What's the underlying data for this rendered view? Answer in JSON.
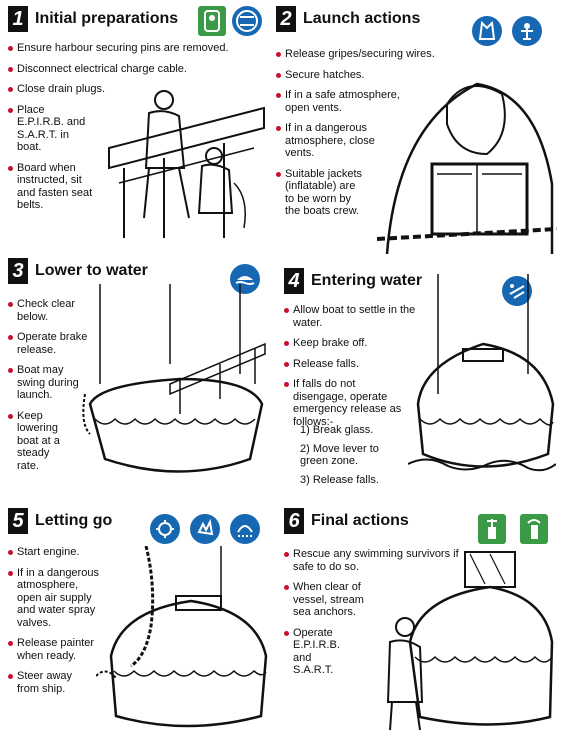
{
  "panels": [
    {
      "number": "1",
      "title": "Initial preparations",
      "items": [
        "Ensure harbour securing pins are removed.",
        "Disconnect electrical charge cable.",
        "Close drain plugs.",
        "Place E.P.I.R.B. and S.A.R.T. in boat.",
        "Board when instructed, sit and fasten seat belts."
      ],
      "icons": [
        "green-lifebuoy-icon",
        "blue-no-smoking-icon"
      ]
    },
    {
      "number": "2",
      "title": "Launch actions",
      "items": [
        "Release gripes/securing wires.",
        "Secure hatches.",
        "If in a safe atmosphere, open vents.",
        "If in a dangerous atmosphere, close vents.",
        "Suitable jackets (inflatable) are to be worn by the boats crew."
      ],
      "icons": [
        "blue-lifejacket-icon",
        "blue-immersion-suit-icon"
      ]
    },
    {
      "number": "3",
      "title": "Lower to water",
      "items": [
        "Check clear below.",
        "Operate brake release.",
        "Boat may swing during launch.",
        "Keep lowering boat at a steady rate."
      ],
      "icons": [
        "blue-lifeboat-icon"
      ]
    },
    {
      "number": "4",
      "title": "Entering water",
      "items": [
        "Allow boat to settle in the water.",
        "Keep brake off.",
        "Release falls.",
        "If falls do not disengage, operate emergency release as follows:-"
      ],
      "substeps": [
        "1) Break glass.",
        "2) Move lever to green zone.",
        "3) Release falls."
      ],
      "icons": [
        "blue-release-icon"
      ]
    },
    {
      "number": "5",
      "title": "Letting go",
      "items": [
        "Start engine.",
        "If in a dangerous atmosphere, open air supply and water spray valves.",
        "Release painter when ready.",
        "Steer away from ship."
      ],
      "icons": [
        "blue-engine-icon",
        "blue-hand-icon",
        "blue-spray-icon"
      ]
    },
    {
      "number": "6",
      "title": "Final actions",
      "items": [
        "Rescue any swimming survivors if safe to do so.",
        "When clear of vessel, stream sea anchors.",
        "Operate E.P.I.R.B. and S.A.R.T."
      ],
      "icons": [
        "green-epirb-icon",
        "green-sart-icon"
      ]
    }
  ],
  "colors": {
    "bullet": "#c8102e",
    "blue_sign": "#1768b3",
    "green_sign": "#3a9a45"
  }
}
